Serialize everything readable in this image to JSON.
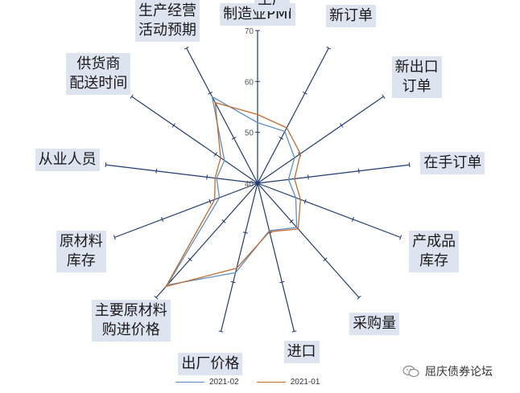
{
  "chart_data": {
    "type": "radar",
    "title": "制造业PMI",
    "axes": [
      "生产",
      "新订单",
      "新出口\n订单",
      "在手订单",
      "产成品\n库存",
      "采购量",
      "进口",
      "出厂价格",
      "主要原材料\n购进价格",
      "原材料\n库存",
      "从业人员",
      "供货商\n配送时间",
      "生产经营\n活动预期"
    ],
    "rlim": [
      40,
      70
    ],
    "ticks": [
      40,
      50,
      60,
      70
    ],
    "series": [
      {
        "name": "2021-02",
        "color": "#5b8fc9",
        "values": [
          51.9,
          51.5,
          48.8,
          46.1,
          48.0,
          51.6,
          49.6,
          58.1,
          66.7,
          48.0,
          48.1,
          47.9,
          59.2
        ]
      },
      {
        "name": "2021-01",
        "color": "#c5692a",
        "values": [
          53.5,
          52.3,
          50.2,
          47.3,
          49.0,
          52.0,
          49.8,
          57.2,
          67.1,
          49.0,
          48.4,
          48.8,
          57.9
        ]
      }
    ],
    "legend_position": "bottom"
  },
  "watermark": "屈庆债券论坛"
}
